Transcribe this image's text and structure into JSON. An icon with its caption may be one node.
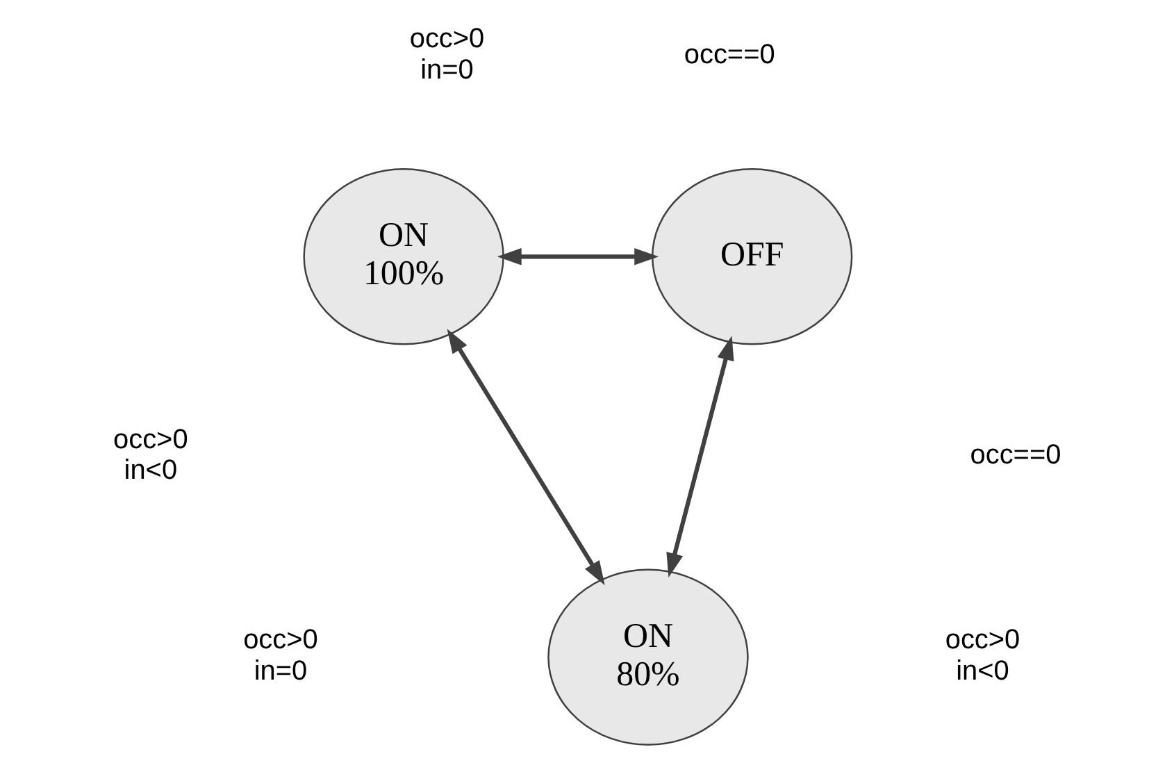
{
  "diagram": {
    "nodes": [
      {
        "text": [
          "ON 100%"
        ]
      },
      {
        "text": [
          "OFF"
        ]
      },
      {
        "text": [
          "ON 80%"
        ]
      }
    ],
    "edges": [
      {
        "from": 0,
        "to": 1,
        "arrow": "both"
      },
      {
        "from": 0,
        "to": 2,
        "arrow": "both"
      },
      {
        "from": 1,
        "to": 2,
        "arrow": "both"
      }
    ],
    "labels": [
      "occ>0 in=0",
      "occ==0",
      "occ>0 in<0",
      "occ==0",
      "occ>0 in=0",
      "occ>0 in<0"
    ]
  }
}
